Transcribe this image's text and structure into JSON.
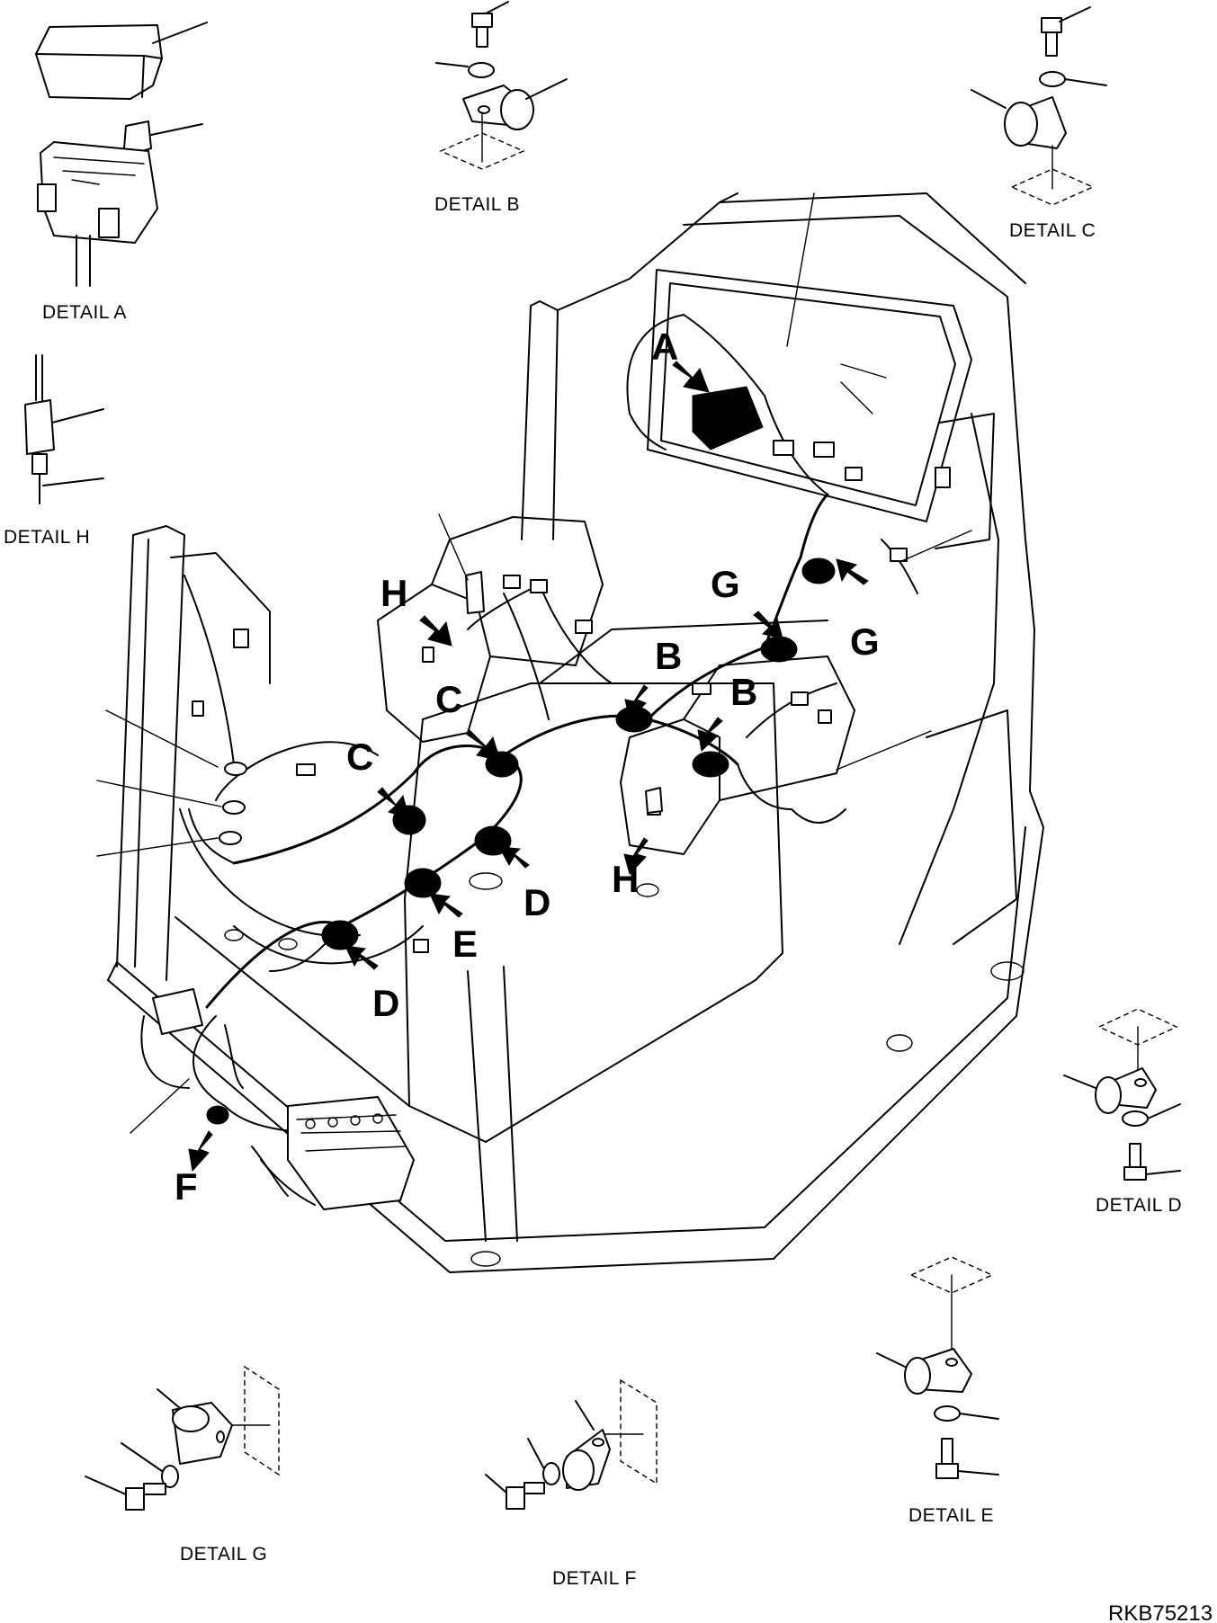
{
  "drawing_code": "RKB75213",
  "details": {
    "a": "DETAIL A",
    "b": "DETAIL B",
    "c": "DETAIL C",
    "d": "DETAIL D",
    "e": "DETAIL E",
    "f": "DETAIL F",
    "g": "DETAIL G",
    "h": "DETAIL H"
  },
  "callouts": {
    "a": "A",
    "b1": "B",
    "b2": "B",
    "c1": "C",
    "c2": "C",
    "d1": "D",
    "d2": "D",
    "e": "E",
    "f": "F",
    "g1": "G",
    "g2": "G",
    "h1": "H",
    "h2": "H"
  }
}
